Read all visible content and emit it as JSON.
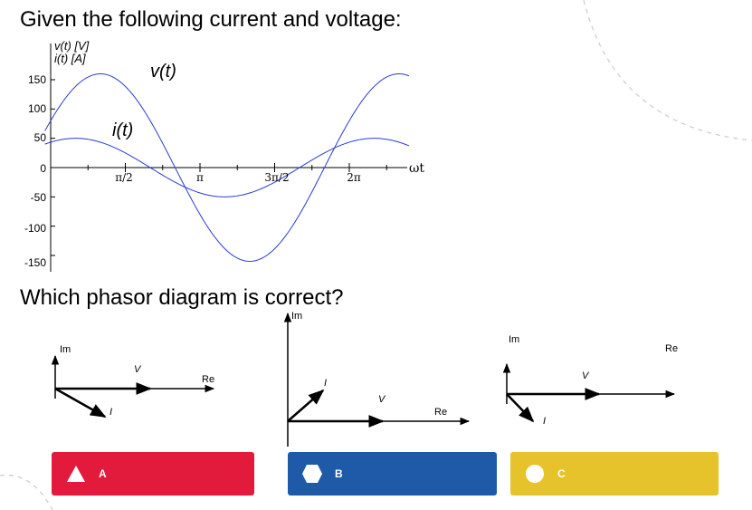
{
  "question": {
    "title": "Given the following current and voltage:",
    "prompt": "Which phasor diagram is correct?"
  },
  "graph": {
    "y_label_1": "v(t) [V]",
    "y_label_2": "i(t) [A]",
    "y_ticks": [
      "150",
      "100",
      "50",
      "0",
      "-50",
      "-100",
      "-150"
    ],
    "x_ticks": [
      "π/2",
      "π",
      "3π/2",
      "2π"
    ],
    "x_axis_label": "ωt",
    "v_label": "v(t)",
    "i_label": "i(t)",
    "v_amplitude": 160,
    "v_phase_deg": 30,
    "i_amplitude": 50,
    "i_phase_deg": 60,
    "curve_color": "#2a3bd6"
  },
  "phasors": {
    "a": {
      "im": "Im",
      "re": "Re",
      "v": "V",
      "i": "I"
    },
    "b": {
      "im": "Im",
      "re": "Re",
      "v": "V",
      "i": "I"
    },
    "c": {
      "im": "Im",
      "re": "Re",
      "v": "V",
      "i": "I"
    }
  },
  "answers": [
    {
      "label": "A",
      "color": "#e21b3c",
      "shape": "triangle-icon"
    },
    {
      "label": "B",
      "color": "#1e5aa8",
      "shape": "hexagon-icon"
    },
    {
      "label": "C",
      "color": "#e6c32a",
      "shape": "circle-icon"
    }
  ]
}
